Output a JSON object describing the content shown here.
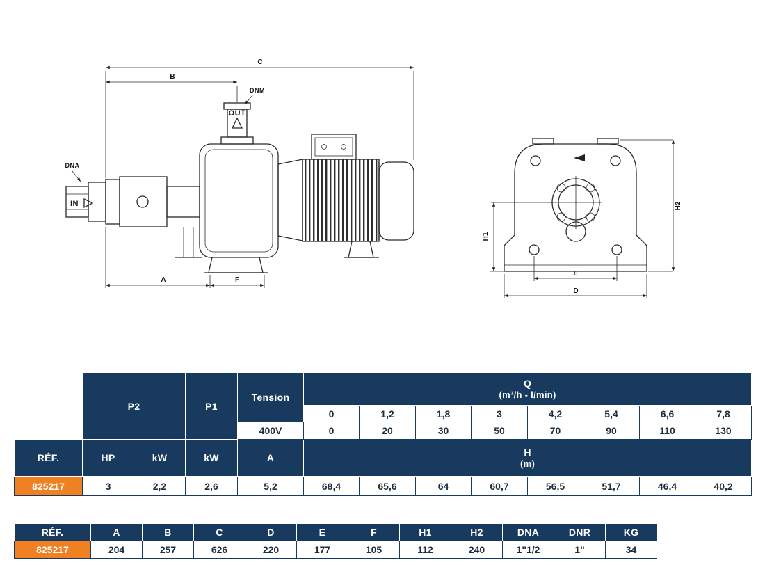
{
  "colors": {
    "navy": "#173a5e",
    "orange": "#ef8122",
    "ink": "#1d2d3e"
  },
  "diagram": {
    "labels": {
      "c": "C",
      "b": "B",
      "dnm": "DNM",
      "out": "OUT",
      "dna": "DNA",
      "in": "IN",
      "a": "A",
      "f": "F",
      "h1": "H1",
      "h2": "H2",
      "e": "E",
      "d": "D"
    }
  },
  "performance_table": {
    "p2": "P2",
    "p1": "P1",
    "tension": "Tension",
    "q_title": "Q",
    "q_subtitle": "(m³/h - l/min)",
    "voltage": "400V",
    "ref_label": "RÉF.",
    "hp": "HP",
    "kw_p2": "kW",
    "kw_p1": "kW",
    "amp": "A",
    "h_title": "H",
    "h_subtitle": "(m)",
    "q_values": [
      "0",
      "1,2",
      "1,8",
      "3",
      "4,2",
      "5,4",
      "6,6",
      "7,8"
    ],
    "flow_lmin": [
      "0",
      "20",
      "30",
      "50",
      "70",
      "90",
      "110",
      "130"
    ],
    "row": {
      "ref": "825217",
      "hp": "3",
      "kw_p2": "2,2",
      "kw_p1": "2,6",
      "amp": "5,2",
      "h_values": [
        "68,4",
        "65,6",
        "64",
        "60,7",
        "56,5",
        "51,7",
        "46,4",
        "40,2"
      ]
    }
  },
  "dimensions_table": {
    "headers": [
      "RÉF.",
      "A",
      "B",
      "C",
      "D",
      "E",
      "F",
      "H1",
      "H2",
      "DNA",
      "DNR",
      "KG"
    ],
    "row": [
      "825217",
      "204",
      "257",
      "626",
      "220",
      "177",
      "105",
      "112",
      "240",
      "1\"1/2",
      "1\"",
      "34"
    ]
  }
}
